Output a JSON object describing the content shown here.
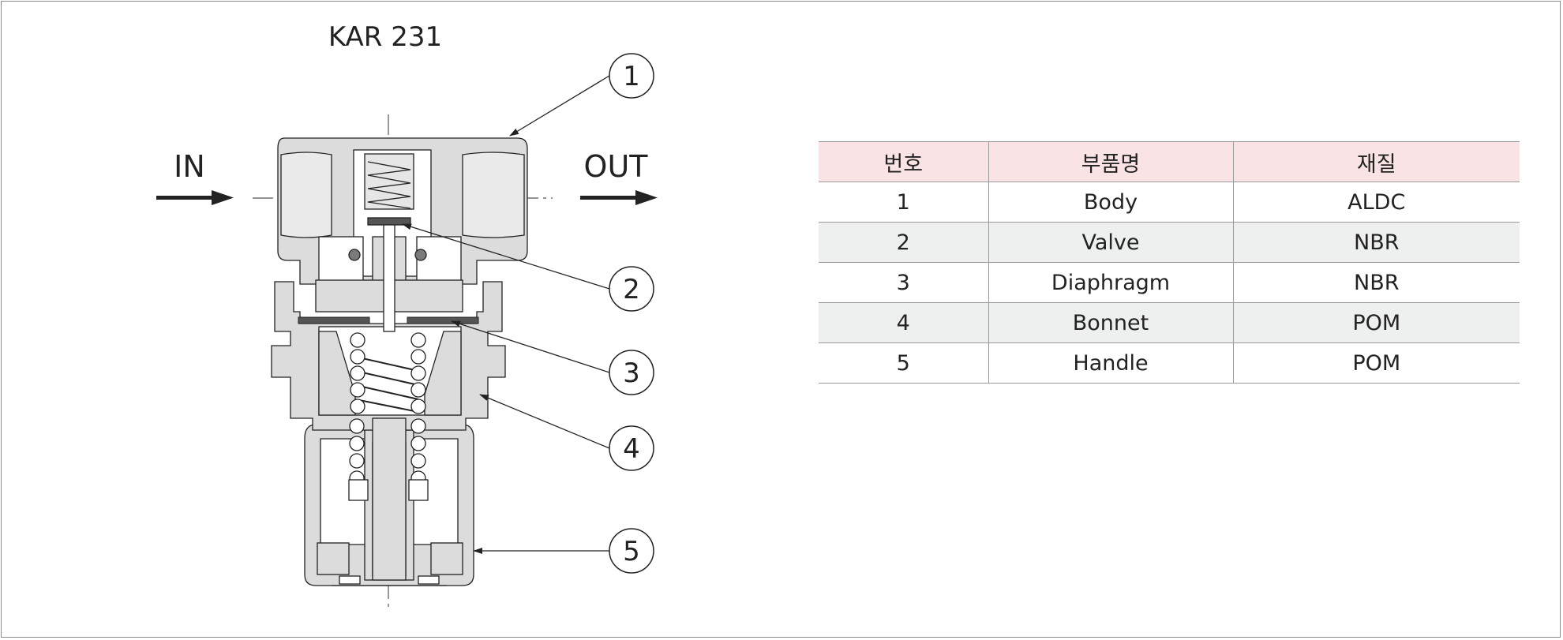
{
  "diagram": {
    "model_title": "KAR 231",
    "inlet_label": "IN",
    "outlet_label": "OUT",
    "callouts": [
      "1",
      "2",
      "3",
      "4",
      "5"
    ]
  },
  "parts_table": {
    "headers": [
      "번호",
      "부품명",
      "재질"
    ],
    "rows": [
      [
        "1",
        "Body",
        "ALDC"
      ],
      [
        "2",
        "Valve",
        "NBR"
      ],
      [
        "3",
        "Diaphragm",
        "NBR"
      ],
      [
        "4",
        "Bonnet",
        "POM"
      ],
      [
        "5",
        "Handle",
        "POM"
      ]
    ]
  },
  "colors": {
    "header_background": "#fae3e5",
    "alternate_row_background": "#eef0ef",
    "part_fill": "#dcdcdc",
    "line": "#222222"
  }
}
